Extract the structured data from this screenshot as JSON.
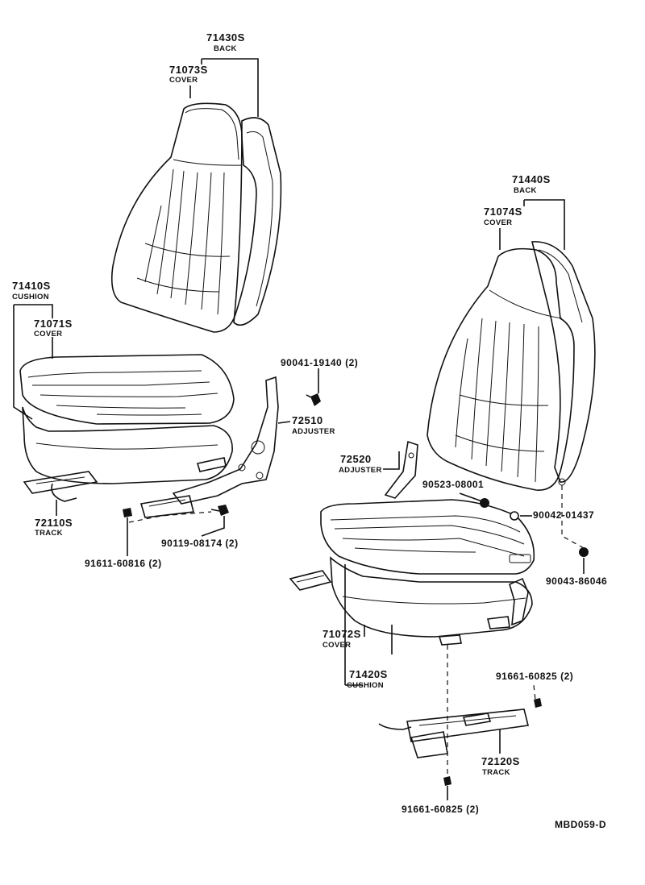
{
  "diagram_code": "MBD059-D",
  "labels": {
    "back_left_part": "71430S",
    "back_left_name": "BACK",
    "cover_back_left_part": "71073S",
    "cover_back_left_name": "COVER",
    "cushion_left_part": "71410S",
    "cushion_left_name": "CUSHION",
    "cover_cushion_left_part": "71071S",
    "cover_cushion_left_name": "COVER",
    "screw_top_left": "90041-19140 (2)",
    "adjuster_left_part": "72510",
    "adjuster_left_name": "ADJUSTER",
    "track_left_part": "72110S",
    "track_left_name": "TRACK",
    "bolt_mid_left": "90119-08174 (2)",
    "bolt_bottom_left": "91611-60816 (2)",
    "back_right_part": "71440S",
    "back_right_name": "BACK",
    "cover_back_right_part": "71074S",
    "cover_back_right_name": "COVER",
    "adjuster_right_part": "72520",
    "adjuster_right_name": "ADJUSTER",
    "nut_a": "90523-08001",
    "washer_b": "90042-01437",
    "nut_c": "90043-86046",
    "cover_cushion_right_part": "71072S",
    "cover_cushion_right_name": "COVER",
    "cushion_right_part": "71420S",
    "cushion_right_name": "CUSHION",
    "bolt_right_top": "91661-60825 (2)",
    "track_right_part": "72120S",
    "track_right_name": "TRACK",
    "bolt_right_bottom": "91661-60825 (2)"
  }
}
